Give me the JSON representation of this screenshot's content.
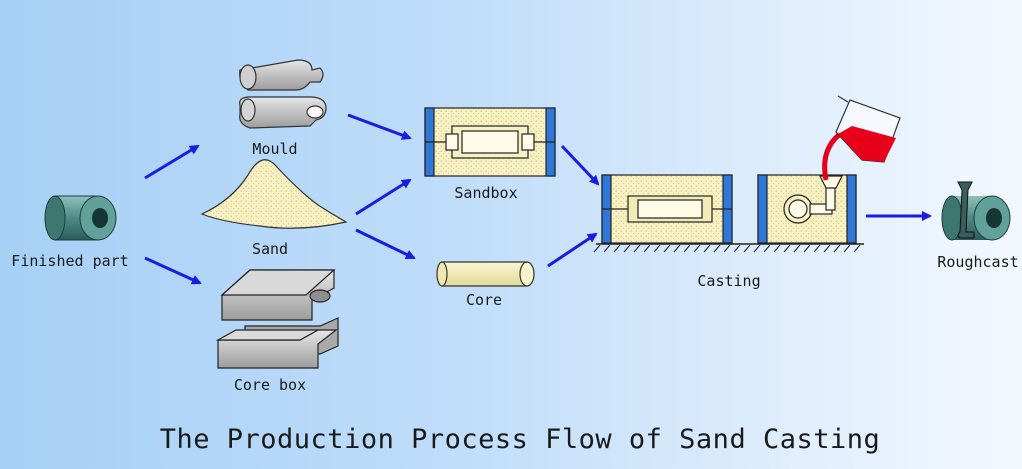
{
  "title": "The Production Process Flow of Sand Casting",
  "nodes": {
    "finished_part": "Finished part",
    "mould": "Mould",
    "sand": "Sand",
    "core_box": "Core box",
    "sandbox": "Sandbox",
    "core": "Core",
    "casting": "Casting",
    "roughcast": "Roughcast"
  },
  "colors": {
    "arrow": "#1c1ce0",
    "sand_fill": "#f6f0bd",
    "mould_side": "#2f78d8",
    "metal_gray": "#b8b8b8",
    "part_teal": "#4f8c86",
    "molten_metal": "#e8001b"
  }
}
